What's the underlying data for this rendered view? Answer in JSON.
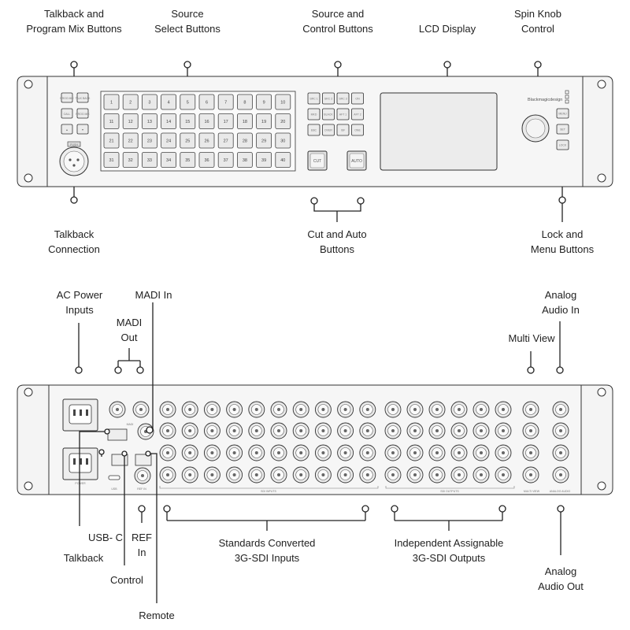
{
  "front_callouts": {
    "talkback_program": [
      "Talkback and",
      "Program Mix Buttons"
    ],
    "source_select": [
      "Source",
      "Select Buttons"
    ],
    "source_control": [
      "Source and",
      "Control  Buttons"
    ],
    "lcd_display": [
      "LCD Display"
    ],
    "spin_knob": [
      "Spin Knob",
      "Control"
    ],
    "talkback_connection": [
      "Talkback",
      "Connection"
    ],
    "cut_auto": [
      "Cut and Auto",
      "Buttons"
    ],
    "lock_menu": [
      "Lock and",
      "Menu Buttons"
    ]
  },
  "rear_callouts": {
    "ac_power": [
      "AC Power",
      "Inputs"
    ],
    "madi_in": [
      "MADI In"
    ],
    "madi_out": [
      "MADI",
      "Out"
    ],
    "analog_in": [
      "Analog",
      "Audio In"
    ],
    "multi_view": [
      "Multi View"
    ],
    "usb_c": [
      "USB- C"
    ],
    "ref_in": [
      "REF",
      "In"
    ],
    "talkback": [
      "Talkback"
    ],
    "control": [
      "Control"
    ],
    "remote": [
      "Remote"
    ],
    "sdi_inputs": [
      "Standards Converted",
      "3G-SDI Inputs"
    ],
    "sdi_outputs": [
      "Independent Assignable",
      "3G-SDI Outputs"
    ],
    "analog_out": [
      "Analog",
      "Audio Out"
    ]
  },
  "front_panel": {
    "brand": "Blackmagicdesign",
    "cut_label": "CUT",
    "auto_label": "AUTO",
    "xlr_label": "PUSH",
    "left_buttons": [
      "PROG MIX",
      "TALK BACK",
      "CALL",
      "PROG MIX",
      "▲",
      "▼"
    ],
    "control_buttons": [
      "SRC 1",
      "SRC 2",
      "SRC 3",
      "ON",
      "MKD",
      "BLACK",
      "AFT 1",
      "AFT 2",
      "EBC",
      "OVER",
      "ISF",
      "ONE"
    ],
    "right_buttons": [
      "MENU",
      "SET",
      "LOCK"
    ]
  },
  "rear_panel": {
    "group_in_label": "SDI INPUTS",
    "group_out_label": "SDI OUTPUTS",
    "multiview_label": "MULTI VIEW",
    "analog_label": "ANALOG AUDIO",
    "usb_label": "USB",
    "ref_label": "REF IN",
    "madi_label": "MADI",
    "power_label": "POWER"
  },
  "colors": {
    "panel_fill": "#f4f4f4",
    "stroke": "#333333",
    "button_fill": "#e8e8e8",
    "lcd_fill": "#ececec"
  }
}
